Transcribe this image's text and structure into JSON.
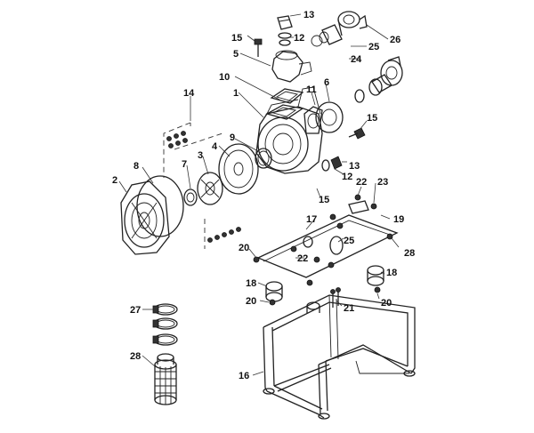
{
  "callouts": [
    {
      "id": "c13a",
      "text": "13"
    },
    {
      "id": "c15a",
      "text": "15"
    },
    {
      "id": "c12a",
      "text": "12"
    },
    {
      "id": "c25a",
      "text": "25"
    },
    {
      "id": "c26",
      "text": "26"
    },
    {
      "id": "c5",
      "text": "5"
    },
    {
      "id": "c24",
      "text": "24"
    },
    {
      "id": "c14",
      "text": "14"
    },
    {
      "id": "c10",
      "text": "10"
    },
    {
      "id": "c1",
      "text": "1"
    },
    {
      "id": "c11",
      "text": "11"
    },
    {
      "id": "c6",
      "text": "6"
    },
    {
      "id": "c15b",
      "text": "15"
    },
    {
      "id": "c9",
      "text": "9"
    },
    {
      "id": "c4",
      "text": "4"
    },
    {
      "id": "c7",
      "text": "7"
    },
    {
      "id": "c3",
      "text": "3"
    },
    {
      "id": "c8",
      "text": "8"
    },
    {
      "id": "c13b",
      "text": "13"
    },
    {
      "id": "c12b",
      "text": "12"
    },
    {
      "id": "c2",
      "text": "2"
    },
    {
      "id": "c22a",
      "text": "22"
    },
    {
      "id": "c23",
      "text": "23"
    },
    {
      "id": "c15c",
      "text": "15"
    },
    {
      "id": "c17",
      "text": "17"
    },
    {
      "id": "c19",
      "text": "19"
    },
    {
      "id": "c25b",
      "text": "25"
    },
    {
      "id": "c28a",
      "text": "28"
    },
    {
      "id": "c20a",
      "text": "20"
    },
    {
      "id": "c22b",
      "text": "22"
    },
    {
      "id": "c18a",
      "text": "18"
    },
    {
      "id": "c18b",
      "text": "18"
    },
    {
      "id": "c20b",
      "text": "20"
    },
    {
      "id": "c20c",
      "text": "20"
    },
    {
      "id": "c21",
      "text": "21"
    },
    {
      "id": "c27",
      "text": "27"
    },
    {
      "id": "c28b",
      "text": "28"
    },
    {
      "id": "c16",
      "text": "16"
    }
  ]
}
